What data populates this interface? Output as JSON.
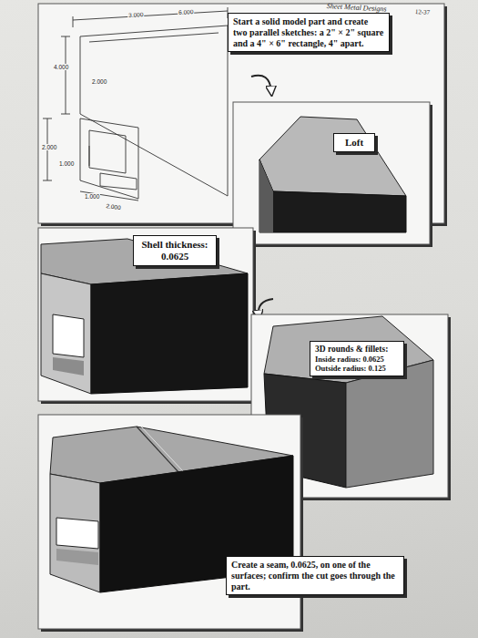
{
  "diagram": {
    "nodes": [
      {
        "text": [
          "Start a solid model part and create two parallel sketches: a 2\" × 2\" square and a 4\" × 6\" rectangle, 4\" apart."
        ]
      },
      {
        "text": [
          "Loft"
        ]
      },
      {
        "text": [
          "Shell thickness: 0.0625"
        ]
      },
      {
        "text": [
          "3D rounds & fillets:",
          "Inside radius: 0.0625",
          "Outside radius: 0.125"
        ]
      },
      {
        "text": [
          "Create a seam, 0.0625, on one of the surfaces; confirm the cut goes through the part."
        ]
      }
    ],
    "labels": [
      "Sheet Metal Designs",
      "12-37",
      "3.000",
      "6.000",
      "4.000",
      "2.000",
      "2.000",
      "1.000",
      "1.000",
      "2.000"
    ]
  }
}
